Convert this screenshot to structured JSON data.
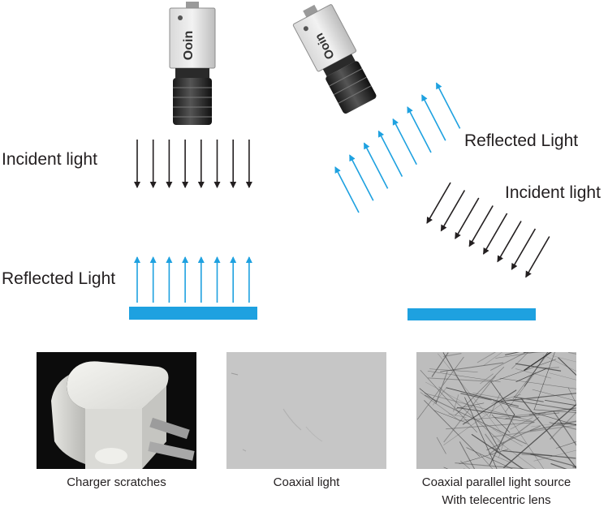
{
  "diagram": {
    "left": {
      "camera_logo": "Ooin",
      "incident_label": "Incident light",
      "reflected_label": "Reflected Light"
    },
    "right": {
      "camera_logo": "Ooin",
      "reflected_label": "Reflected Light",
      "incident_label": "Incident light"
    },
    "colors": {
      "incident_arrow": "#231f20",
      "reflected_arrow": "#1ea1e0",
      "surface": "#1ea1e0"
    }
  },
  "photos": [
    {
      "caption": "Charger scratches"
    },
    {
      "caption": "Coaxial light"
    },
    {
      "caption_line1": "Coaxial parallel light source",
      "caption_line2": "With telecentric lens"
    }
  ]
}
